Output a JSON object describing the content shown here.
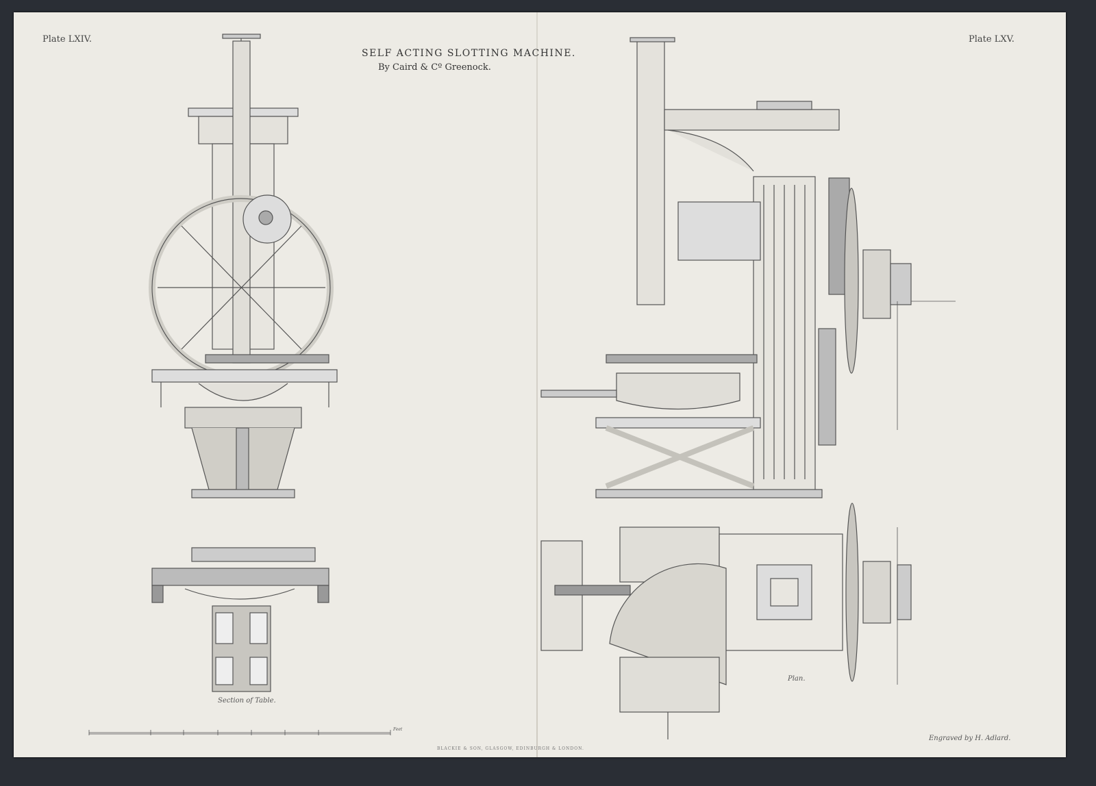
{
  "plates": {
    "left": "Plate LXIV.",
    "right": "Plate LXV."
  },
  "title": "SELF ACTING SLOTTING MACHINE.",
  "subtitle": "By Caird & Cº Greenock.",
  "captions": {
    "section": "Section of Table.",
    "plan": "Plan.",
    "scale_unit": "Feet"
  },
  "engraver": "Engraved by H. Adlard.",
  "imprint": "BLACKIE & SON, GLASGOW, EDINBURGH & LONDON.",
  "colors": {
    "background": "#2a2e35",
    "paper": "#edebe5",
    "ink": "#555555"
  }
}
